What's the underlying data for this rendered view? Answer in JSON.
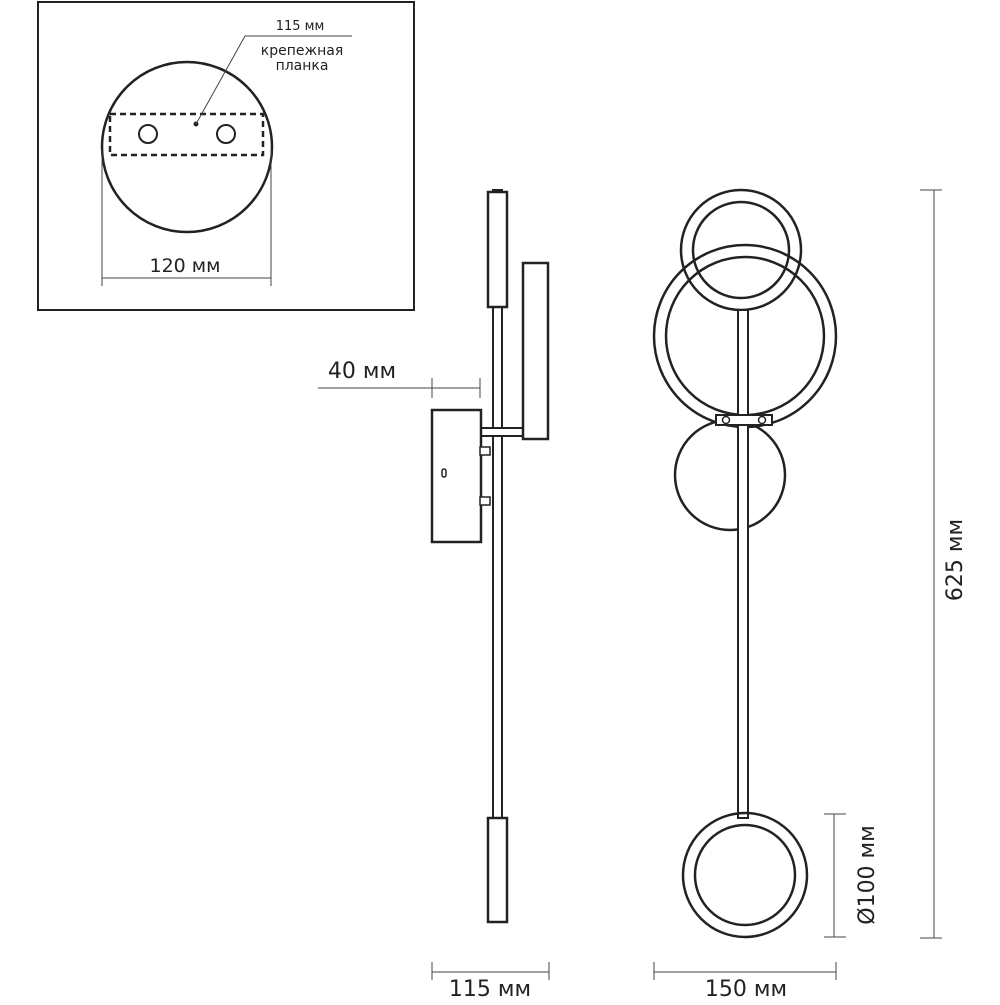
{
  "colors": {
    "stroke": "#222222",
    "background": "#ffffff"
  },
  "inset": {
    "top_dimension": "115 мм",
    "bracket_label_line1": "крепежная",
    "bracket_label_line2": "планка",
    "bottom_dimension": "120 мм"
  },
  "side_view": {
    "offset_dimension": "40 мм",
    "depth_dimension": "115 мм"
  },
  "front_view": {
    "width_dimension": "150 мм",
    "height_dimension": "625 мм",
    "ring_diameter_dimension": "Ø100 мм"
  }
}
